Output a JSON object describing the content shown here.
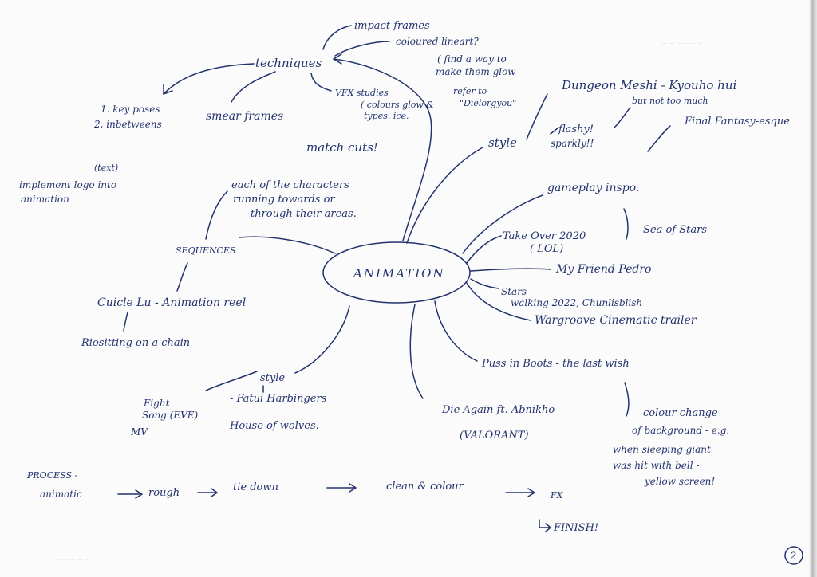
{
  "center": {
    "label": "ANIMATION"
  },
  "techniques": {
    "label": "techniques",
    "items": [
      "impact frames",
      "coloured lineart?",
      "( find a way to",
      "make them glow",
      "VFX studies",
      "( colours glow &",
      "types. ice.",
      "refer to",
      "\"Dielorgyou\"",
      "smear frames",
      "1. key poses",
      "2. inbetweens"
    ]
  },
  "style": {
    "label": "style",
    "items": [
      "Dungeon Meshi - Kyouho hui",
      "but not too much",
      "Final Fantasy-esque",
      "flashy!",
      "sparkly!!"
    ]
  },
  "gameplay": {
    "label": "gameplay inspo.",
    "items": [
      "Take Over 2020",
      "( LOL)",
      "Sea of Stars",
      "My Friend Pedro",
      "Stars",
      "walking 2022, Chunlisblish",
      "Wargroove Cinematic trailer"
    ]
  },
  "films": {
    "items": [
      "Puss in Boots - the last wish",
      "Die Again ft. Abnikho",
      "(VALORANT)",
      "colour change",
      "of background - e.g.",
      "when sleeping giant",
      "was hit with bell -",
      "yellow screen!"
    ]
  },
  "lower_style": {
    "label": "style",
    "items": [
      "- Fatui Harbingers",
      "House of wolves.",
      "Fight",
      "Song (EVE)",
      "MV"
    ]
  },
  "sequences": {
    "label": "SEQUENCES",
    "items": [
      "match cuts!",
      "each of the characters",
      "running towards or",
      "through their areas.",
      "(text)",
      "implement logo into",
      "animation",
      "Cuicle Lu - Animation reel",
      "Riositting on a chain"
    ]
  },
  "process": {
    "label": "PROCESS -",
    "steps": [
      "animatic",
      "rough",
      "tie down",
      "clean & colour",
      "FX"
    ],
    "finish": "FINISH!"
  },
  "page_number": "2"
}
